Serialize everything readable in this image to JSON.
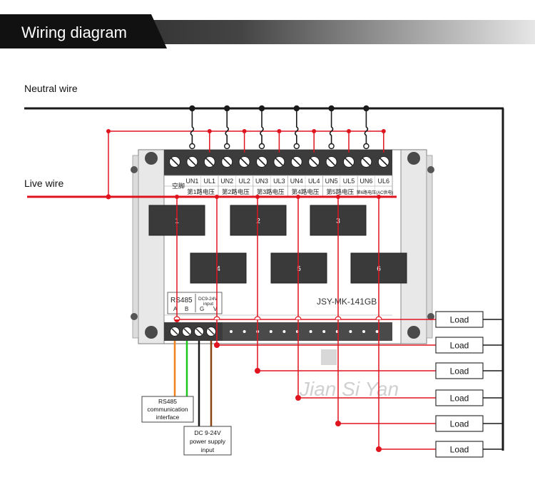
{
  "header": {
    "title": "Wiring diagram"
  },
  "wires": {
    "neutral_label": "Neutral wire",
    "live_label": "Live wire"
  },
  "module": {
    "model": "JSY-MK-141GB",
    "spare_label": "空脚",
    "terminal_labels": [
      "UN1",
      "UL1",
      "UN2",
      "UL2",
      "UN3",
      "UL3",
      "UN4",
      "UL4",
      "UN5",
      "UL5",
      "UN6",
      "UL6"
    ],
    "channel_labels": [
      "第1路电压",
      "第2路电压",
      "第3路电压",
      "第4路电压",
      "第5路电压",
      "第6路电压(AC供电)"
    ],
    "ct_labels": [
      "1",
      "2",
      "3",
      "4",
      "5",
      "6"
    ],
    "rs485": {
      "label": "RS485",
      "a": "A",
      "b": "B"
    },
    "dc_input": {
      "label_line1": "DC9-24V",
      "label_line2": "input",
      "g": "G",
      "v": "V"
    }
  },
  "loads": [
    "Load",
    "Load",
    "Load",
    "Load",
    "Load",
    "Load"
  ],
  "boxes": {
    "rs485": [
      "RS485",
      "communication",
      "interface"
    ],
    "dc": [
      "DC 9-24V",
      "power supply",
      "input"
    ]
  },
  "watermark": "Jian Si Yan",
  "colors": {
    "live": "#e0141e",
    "neutral": "#1a1a1a",
    "rs485_a": "#f0821e",
    "rs485_b": "#1ec81e",
    "dc_v": "#8b4513",
    "header_bg": "#141414"
  }
}
